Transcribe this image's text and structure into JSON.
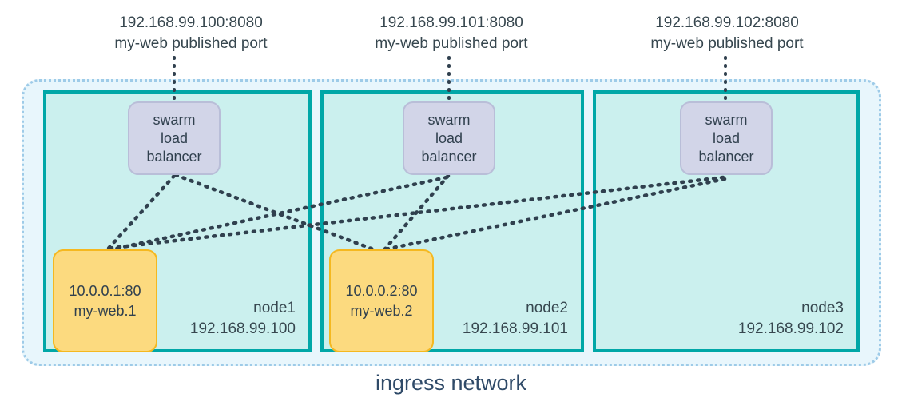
{
  "diagram": {
    "title": "ingress network",
    "colors": {
      "ingress_fill": "#e8f6fc",
      "ingress_border": "#9ecbe8",
      "node_fill": "#cbf0ee",
      "node_border": "#00a7a7",
      "load_balancer_fill": "#d2d5e8",
      "task_fill": "#fcda7f",
      "task_border": "#f5b820",
      "text": "#37474f",
      "wire": "#30404e"
    }
  },
  "published_ports": [
    {
      "address": "192.168.99.100:8080",
      "description": "my-web published port"
    },
    {
      "address": "192.168.99.101:8080",
      "description": "my-web published port"
    },
    {
      "address": "192.168.99.102:8080",
      "description": "my-web published port"
    }
  ],
  "nodes": [
    {
      "name": "node1",
      "ip": "192.168.99.100",
      "load_balancer": {
        "line1": "swarm",
        "line2": "load",
        "line3": "balancer"
      },
      "task": {
        "address": "10.0.0.1:80",
        "name": "my-web.1"
      }
    },
    {
      "name": "node2",
      "ip": "192.168.99.101",
      "load_balancer": {
        "line1": "swarm",
        "line2": "load",
        "line3": "balancer"
      },
      "task": {
        "address": "10.0.0.2:80",
        "name": "my-web.2"
      }
    },
    {
      "name": "node3",
      "ip": "192.168.99.102",
      "load_balancer": {
        "line1": "swarm",
        "line2": "load",
        "line3": "balancer"
      },
      "task": null
    }
  ],
  "connections": [
    {
      "from": "node1-load-balancer",
      "to": "node1-task"
    },
    {
      "from": "node1-load-balancer",
      "to": "node2-task"
    },
    {
      "from": "node2-load-balancer",
      "to": "node2-task"
    },
    {
      "from": "node2-load-balancer",
      "to": "node1-task"
    },
    {
      "from": "node3-load-balancer",
      "to": "node1-task"
    },
    {
      "from": "node3-load-balancer",
      "to": "node2-task"
    }
  ]
}
